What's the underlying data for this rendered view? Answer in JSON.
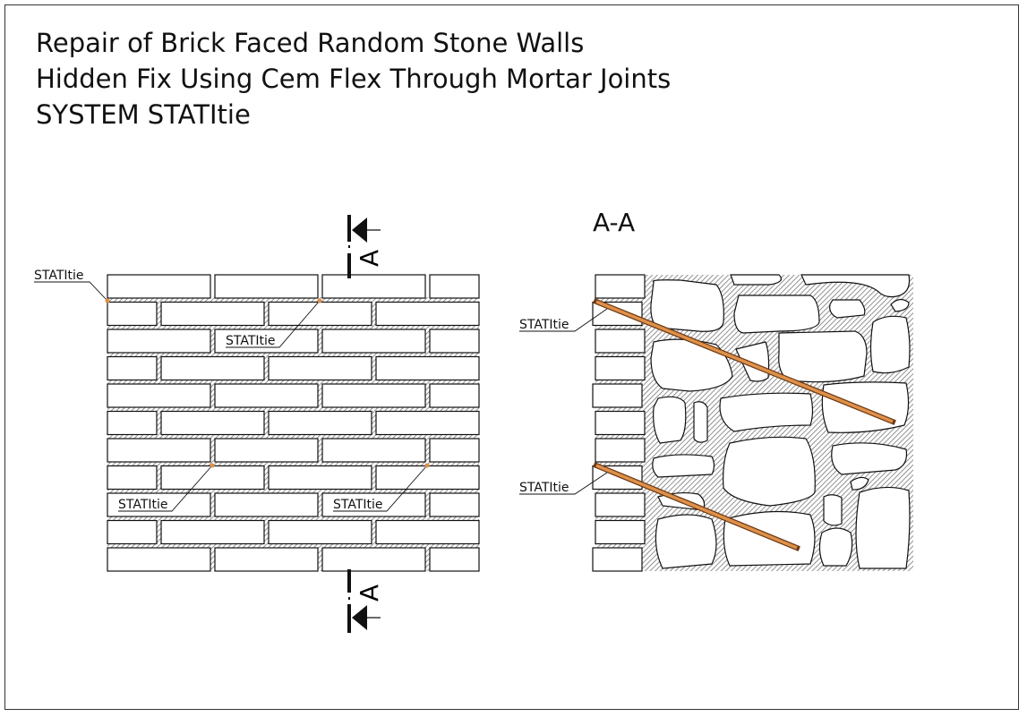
{
  "title": {
    "line1": "Repair of Brick Faced Random Stone Walls",
    "line2": "Hidden Fix Using Cem Flex Through Mortar Joints",
    "line3": "SYSTEM STATItie"
  },
  "elevation": {
    "labels": [
      "STATItie",
      "STATItie",
      "STATItie",
      "STATItie"
    ],
    "section_marker": "A"
  },
  "section": {
    "title": "A-A",
    "labels": [
      "STATItie",
      "STATItie"
    ]
  },
  "colors": {
    "tie": "#e0904a",
    "line": "#111111",
    "hatch": "#777777"
  }
}
